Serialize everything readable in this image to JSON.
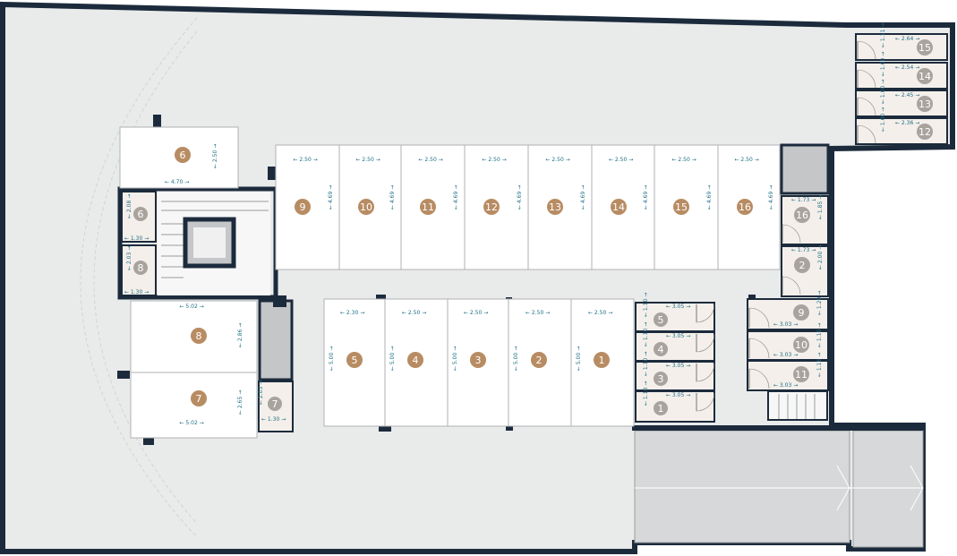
{
  "colors": {
    "wall": "#1c2b3c",
    "floor": "#e9eaea",
    "space": "#ffffff",
    "storage": "#f4efea",
    "parking_badge": "#b88c63",
    "storage_badge": "#a9a39d",
    "dimension": "#1f6f86",
    "ramp": "#d7d8d9",
    "shaft": "#c4c6c8"
  },
  "parking_top": [
    {
      "num": "9",
      "w": "2.50",
      "h": "4.69"
    },
    {
      "num": "10",
      "w": "2.50",
      "h": "4.69"
    },
    {
      "num": "11",
      "w": "2.50",
      "h": "4.69"
    },
    {
      "num": "12",
      "w": "2.50",
      "h": "4.69"
    },
    {
      "num": "13",
      "w": "2.50",
      "h": "4.69"
    },
    {
      "num": "14",
      "w": "2.50",
      "h": "4.69"
    },
    {
      "num": "15",
      "w": "2.50",
      "h": "4.69"
    },
    {
      "num": "16",
      "w": "2.50",
      "h": "4.69"
    }
  ],
  "parking_mid": [
    {
      "num": "5",
      "w": "2.30",
      "h": "5.00"
    },
    {
      "num": "4",
      "w": "2.50",
      "h": "5.00"
    },
    {
      "num": "3",
      "w": "2.50",
      "h": "5.00"
    },
    {
      "num": "2",
      "w": "2.50",
      "h": "5.00"
    },
    {
      "num": "1",
      "w": "2.50",
      "h": "5.00"
    }
  ],
  "parking_left": [
    {
      "num": "6",
      "w": "4.70",
      "h": "2.50"
    },
    {
      "num": "8",
      "w": "5.02",
      "h": "2.86"
    },
    {
      "num": "7",
      "w": "5.02",
      "h": "2.65"
    }
  ],
  "storage_topright": [
    {
      "num": "15",
      "w": "2.64",
      "h": "1.11"
    },
    {
      "num": "14",
      "w": "2.54",
      "h": "1.00"
    },
    {
      "num": "13",
      "w": "2.45",
      "h": "1.00"
    },
    {
      "num": "12",
      "w": "2.36",
      "h": "1.00"
    }
  ],
  "storage_rightcol": [
    {
      "num": "16",
      "w": "1.73",
      "h": "1.85"
    },
    {
      "num": "2",
      "w": "1.73",
      "h": "2.00"
    }
  ],
  "storage_center": [
    {
      "num": "5",
      "w": "3.05",
      "h": "1.10"
    },
    {
      "num": "4",
      "w": "3.05",
      "h": "1.10"
    },
    {
      "num": "3",
      "w": "3.05",
      "h": "1.10"
    },
    {
      "num": "1",
      "w": "3.05",
      "h": "1.18"
    }
  ],
  "storage_right": [
    {
      "num": "9",
      "w": "3.03",
      "h": "1.20"
    },
    {
      "num": "10",
      "w": "3.03",
      "h": "1.10"
    },
    {
      "num": "11",
      "w": "3.03",
      "h": "1.16"
    }
  ],
  "storage_left": [
    {
      "num": "6",
      "w": "1.30",
      "h": "2.08"
    },
    {
      "num": "8",
      "w": "1.30",
      "h": "2.03"
    },
    {
      "num": "7",
      "w": "1.30",
      "h": "2.03"
    }
  ]
}
